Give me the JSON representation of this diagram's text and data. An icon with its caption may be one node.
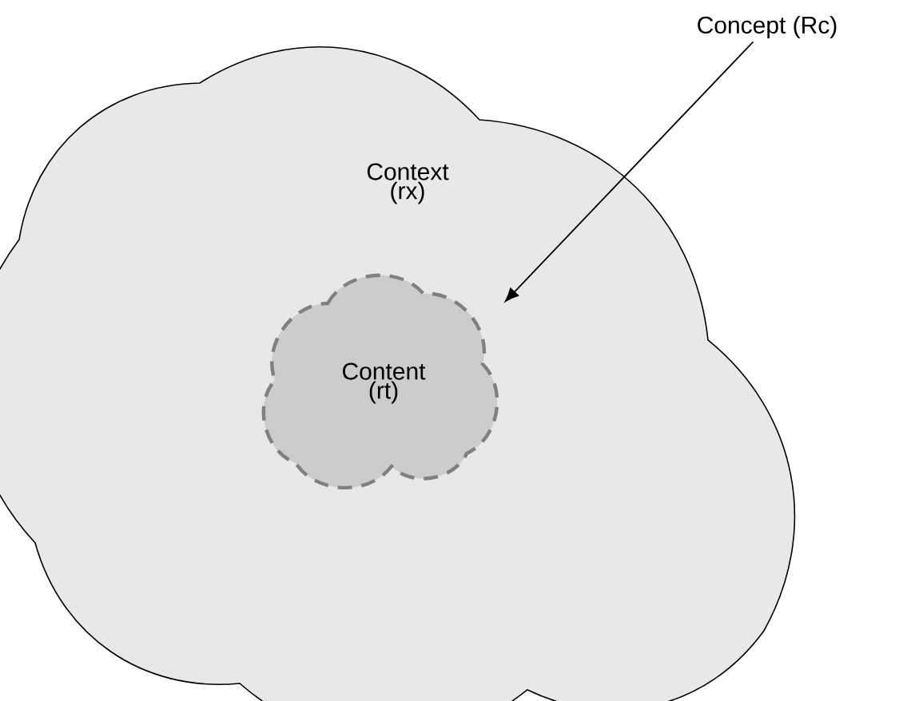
{
  "diagram": {
    "nodes": [
      {
        "text": [
          "Context (rx)"
        ]
      },
      {
        "text": [
          "Content (rt)"
        ],
        "in": 0
      },
      {
        "text": [
          "Concept (Rc)"
        ]
      }
    ],
    "edges": [
      {
        "from": 2,
        "to": 1,
        "arrow": "to"
      }
    ]
  }
}
